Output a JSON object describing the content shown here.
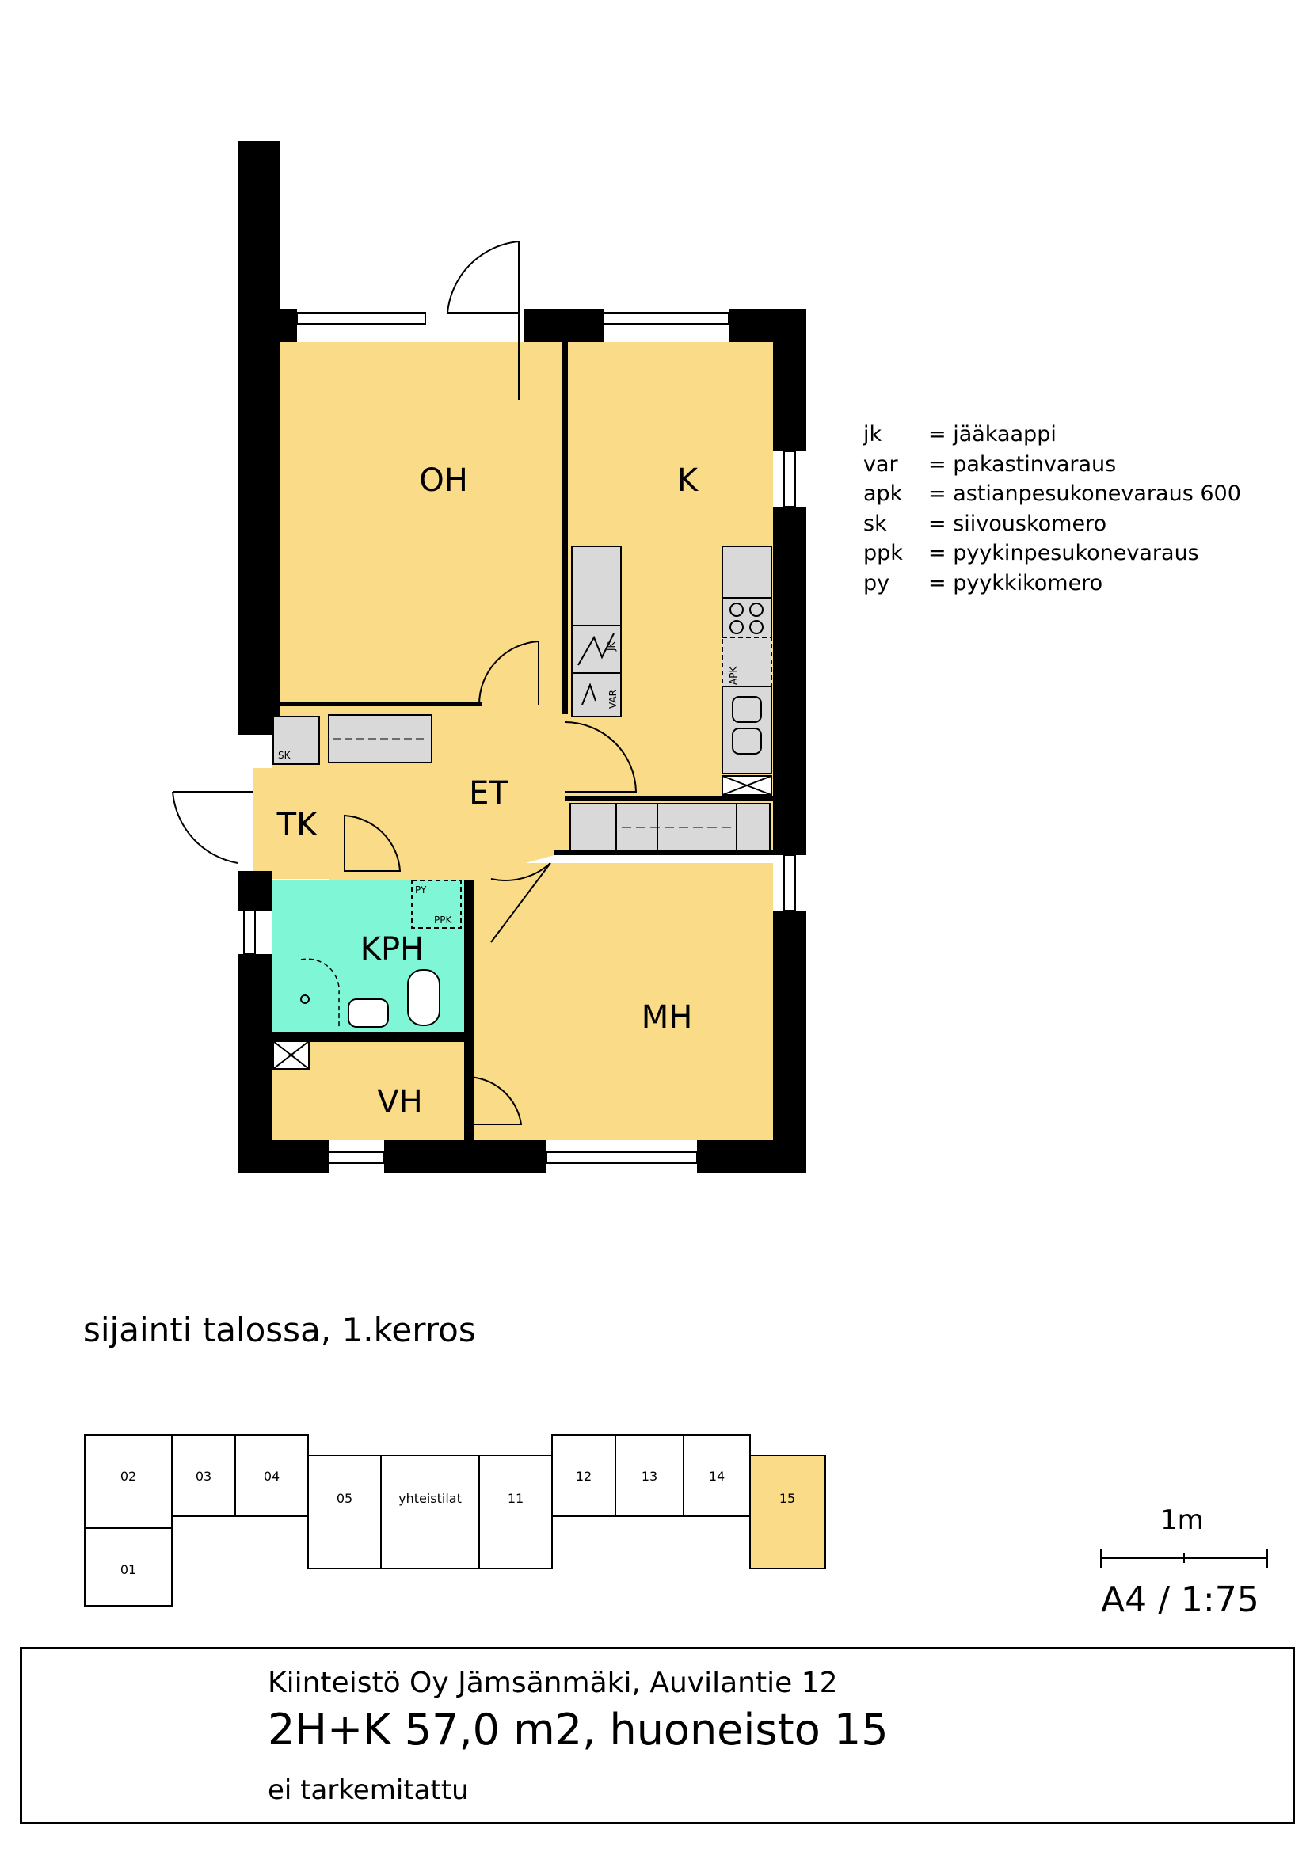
{
  "colors": {
    "room_fill": "#FADB87",
    "bathroom_fill": "#7FF7D6",
    "wall": "#000000",
    "fixture_fill": "#D9D9D9",
    "highlight_unit": "#FADB87"
  },
  "rooms": {
    "oh": "OH",
    "k": "K",
    "et": "ET",
    "tk": "TK",
    "kph": "KPH",
    "mh": "MH",
    "vh": "VH"
  },
  "fixtures": {
    "sk": "SK",
    "jk": "JK",
    "var": "VAR",
    "apk": "APK",
    "py": "PY",
    "ppk": "PPK"
  },
  "legend": [
    {
      "abbr": "jk",
      "definition": "= jääkaappi"
    },
    {
      "abbr": "var",
      "definition": "= pakastinvaraus"
    },
    {
      "abbr": "apk",
      "definition": "= astianpesukonevaraus 600"
    },
    {
      "abbr": "sk",
      "definition": "= siivouskomero"
    },
    {
      "abbr": "ppk",
      "definition": "= pyykinpesukonevaraus"
    },
    {
      "abbr": "py",
      "definition": "= pyykkikomero"
    }
  ],
  "location_heading": "sijainti talossa, 1.kerros",
  "units": [
    "02",
    "03",
    "04",
    "05",
    "yhteistilat",
    "11",
    "12",
    "13",
    "14",
    "15",
    "01"
  ],
  "highlighted_unit": "15",
  "scale_bar_label": "1m",
  "sheet_scale": "A4 / 1:75",
  "title_block": {
    "property": "Kiinteistö Oy Jämsänmäki, Auvilantie 12",
    "apartment": "2H+K 57,0 m2, huoneisto 15",
    "note": "ei tarkemitattu"
  }
}
